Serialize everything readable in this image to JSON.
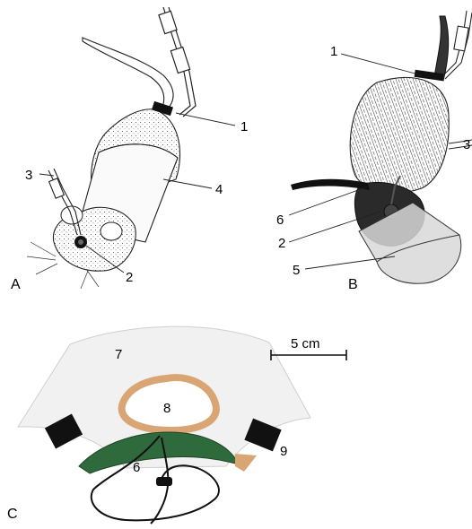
{
  "panels": [
    {
      "id": "A",
      "label": "A"
    },
    {
      "id": "B",
      "label": "B"
    },
    {
      "id": "C",
      "label": "C"
    }
  ],
  "callouts": {
    "a_1": "1",
    "a_2": "2",
    "a_3": "3",
    "a_4": "4",
    "b_1": "1",
    "b_2": "2",
    "b_3": "3",
    "b_5": "5",
    "b_6": "6",
    "c_6": "6",
    "c_7": "7",
    "c_8": "8",
    "c_9": "9"
  },
  "scale_bar": {
    "label": "5 cm"
  },
  "colors": {
    "cone_fill": "#d8d8d8",
    "collar_felt": "#2f6a3c",
    "padding_tan": "#d9a575",
    "velcro": "#111111",
    "fur_dark": "#222222"
  }
}
